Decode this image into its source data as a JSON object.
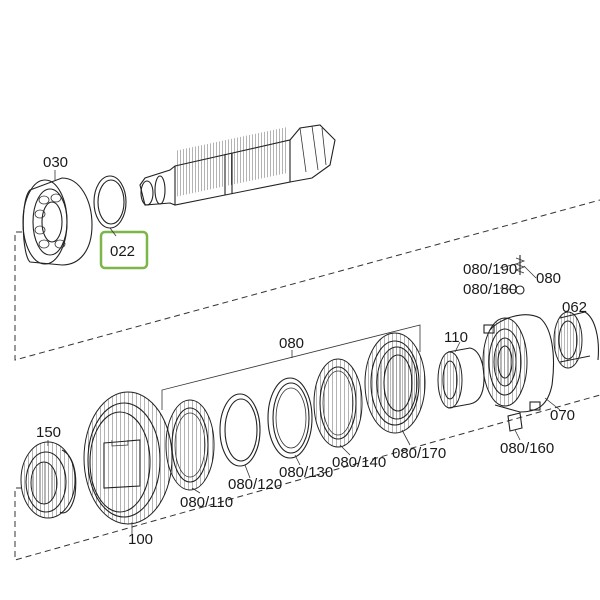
{
  "parts": {
    "p030": "030",
    "p022": "022",
    "p080_190": "080/190",
    "p080_180": "080/180",
    "p080": "080",
    "p062": "062",
    "p110": "110",
    "p080_group": "080",
    "p070": "070",
    "p080_160": "080/160",
    "p080_170": "080/170",
    "p080_140": "080/140",
    "p080_130": "080/130",
    "p080_120": "080/120",
    "p080_110": "080/110",
    "p150": "150",
    "p100": "100"
  },
  "highlight": {
    "color": "#7ab648",
    "part": "022"
  },
  "line_color": "#222222"
}
